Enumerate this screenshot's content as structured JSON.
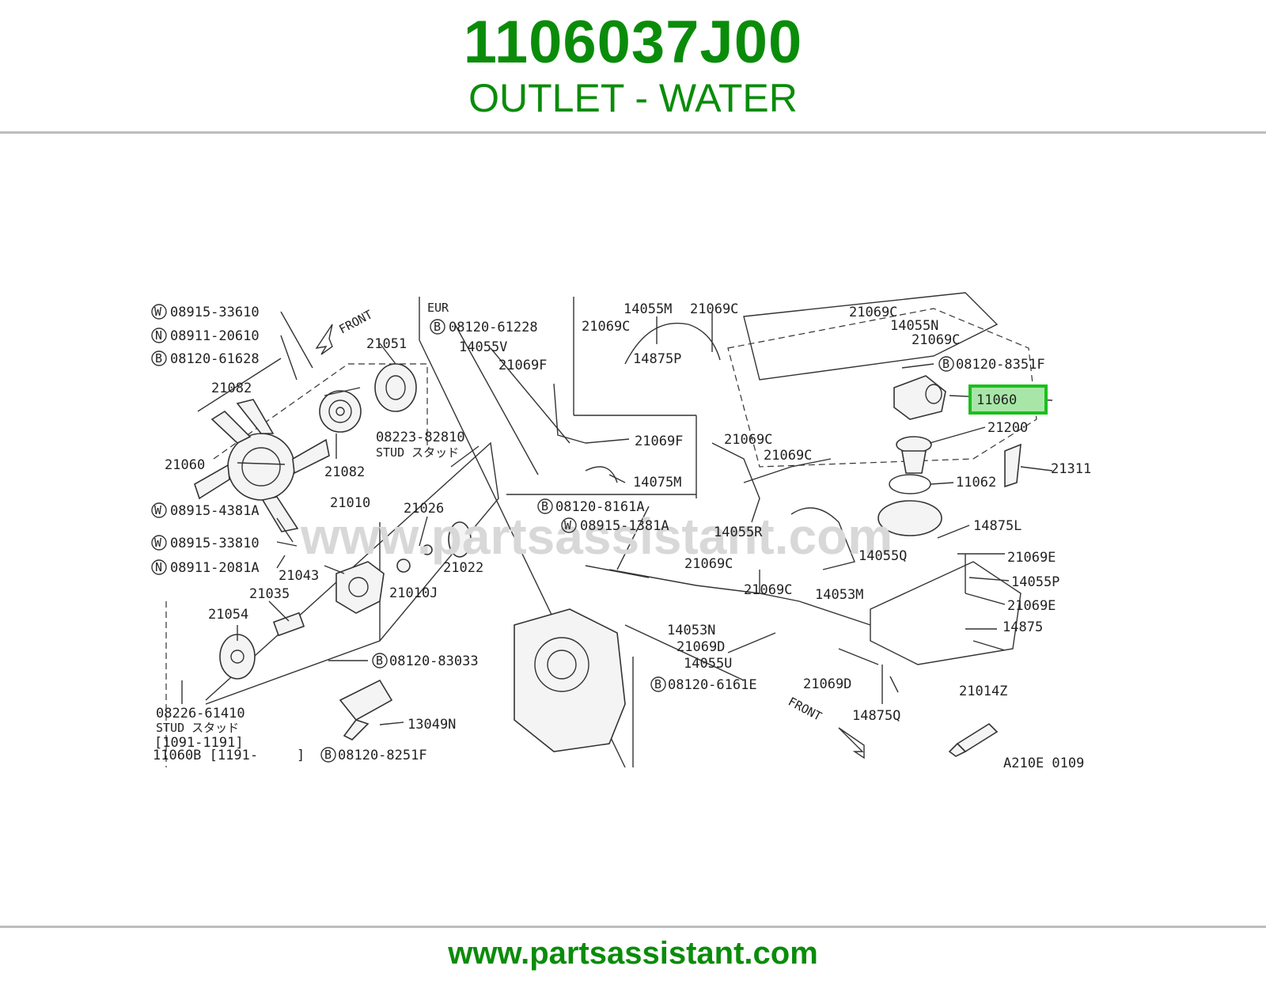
{
  "header": {
    "part_number": "1106037J00",
    "part_name": "OUTLET - WATER"
  },
  "footer": {
    "url": "www.partsassistant.com"
  },
  "diagram": {
    "watermark": "www.partsassistant.com",
    "highlighted_callout": "11060",
    "highlight_color": "#1bbf1b",
    "title_color": "#0a8c0a",
    "code": "A210E 0109",
    "front_label": "FRONT",
    "eur_label": "EUR",
    "callouts": {
      "c08915_33610": "08915-33610",
      "c08911_20610": "08911-20610",
      "c08120_61628": "08120-61628",
      "c21082a": "21082",
      "c21051": "21051",
      "c21060": "21060",
      "c21082b": "21082",
      "c08223_82810": "08223-82810",
      "stud1": "STUD スタッド",
      "c08915_4381a": "08915-4381A",
      "c21010": "21010",
      "c21026": "21026",
      "c08915_33810": "08915-33810",
      "c08911_2081a": "08911-2081A",
      "c21022": "21022",
      "c21043": "21043",
      "c21010j": "21010J",
      "c21035": "21035",
      "c21054": "21054",
      "c08120_83033": "08120-83033",
      "c08226_61410": "08226-61410",
      "stud2": "STUD スタッド",
      "range1": "[1091-1191]",
      "range2": "11060B [1191-",
      "range2_close": "]",
      "c13049n": "13049N",
      "c08120_8251f": "08120-8251F",
      "c08120_61228": "08120-61228",
      "c14055v": "14055V",
      "c21069f_a": "21069F",
      "c21069f_b": "21069F",
      "c14075m": "14075M",
      "c14055m": "14055M",
      "c21069c_1": "21069C",
      "c21069c_2": "21069C",
      "c14875p": "14875P",
      "c21069c_3": "21069C",
      "c14055n": "14055N",
      "c21069c_4": "21069C",
      "c08120_8351f": "08120-8351F",
      "c21200": "21200",
      "c21069c_5": "21069C",
      "c21069c_6": "21069C",
      "c21311": "21311",
      "c11062": "11062",
      "c08120_8161a": "08120-8161A",
      "c08915_1381a": "08915-1381A",
      "c14055r": "14055R",
      "c14875l": "14875L",
      "c21069c_7": "21069C",
      "c14055q": "14055Q",
      "c21069e_a": "21069E",
      "c21069c_8": "21069C",
      "c14053m": "14053M",
      "c14055p": "14055P",
      "c21069e_b": "21069E",
      "c14053n": "14053N",
      "c14875": "14875",
      "c21069d_a": "21069D",
      "c14055u": "14055U",
      "c08120_6161e": "08120-6161E",
      "c21069d_b": "21069D",
      "c14875q": "14875Q",
      "c21014z": "21014Z"
    }
  }
}
